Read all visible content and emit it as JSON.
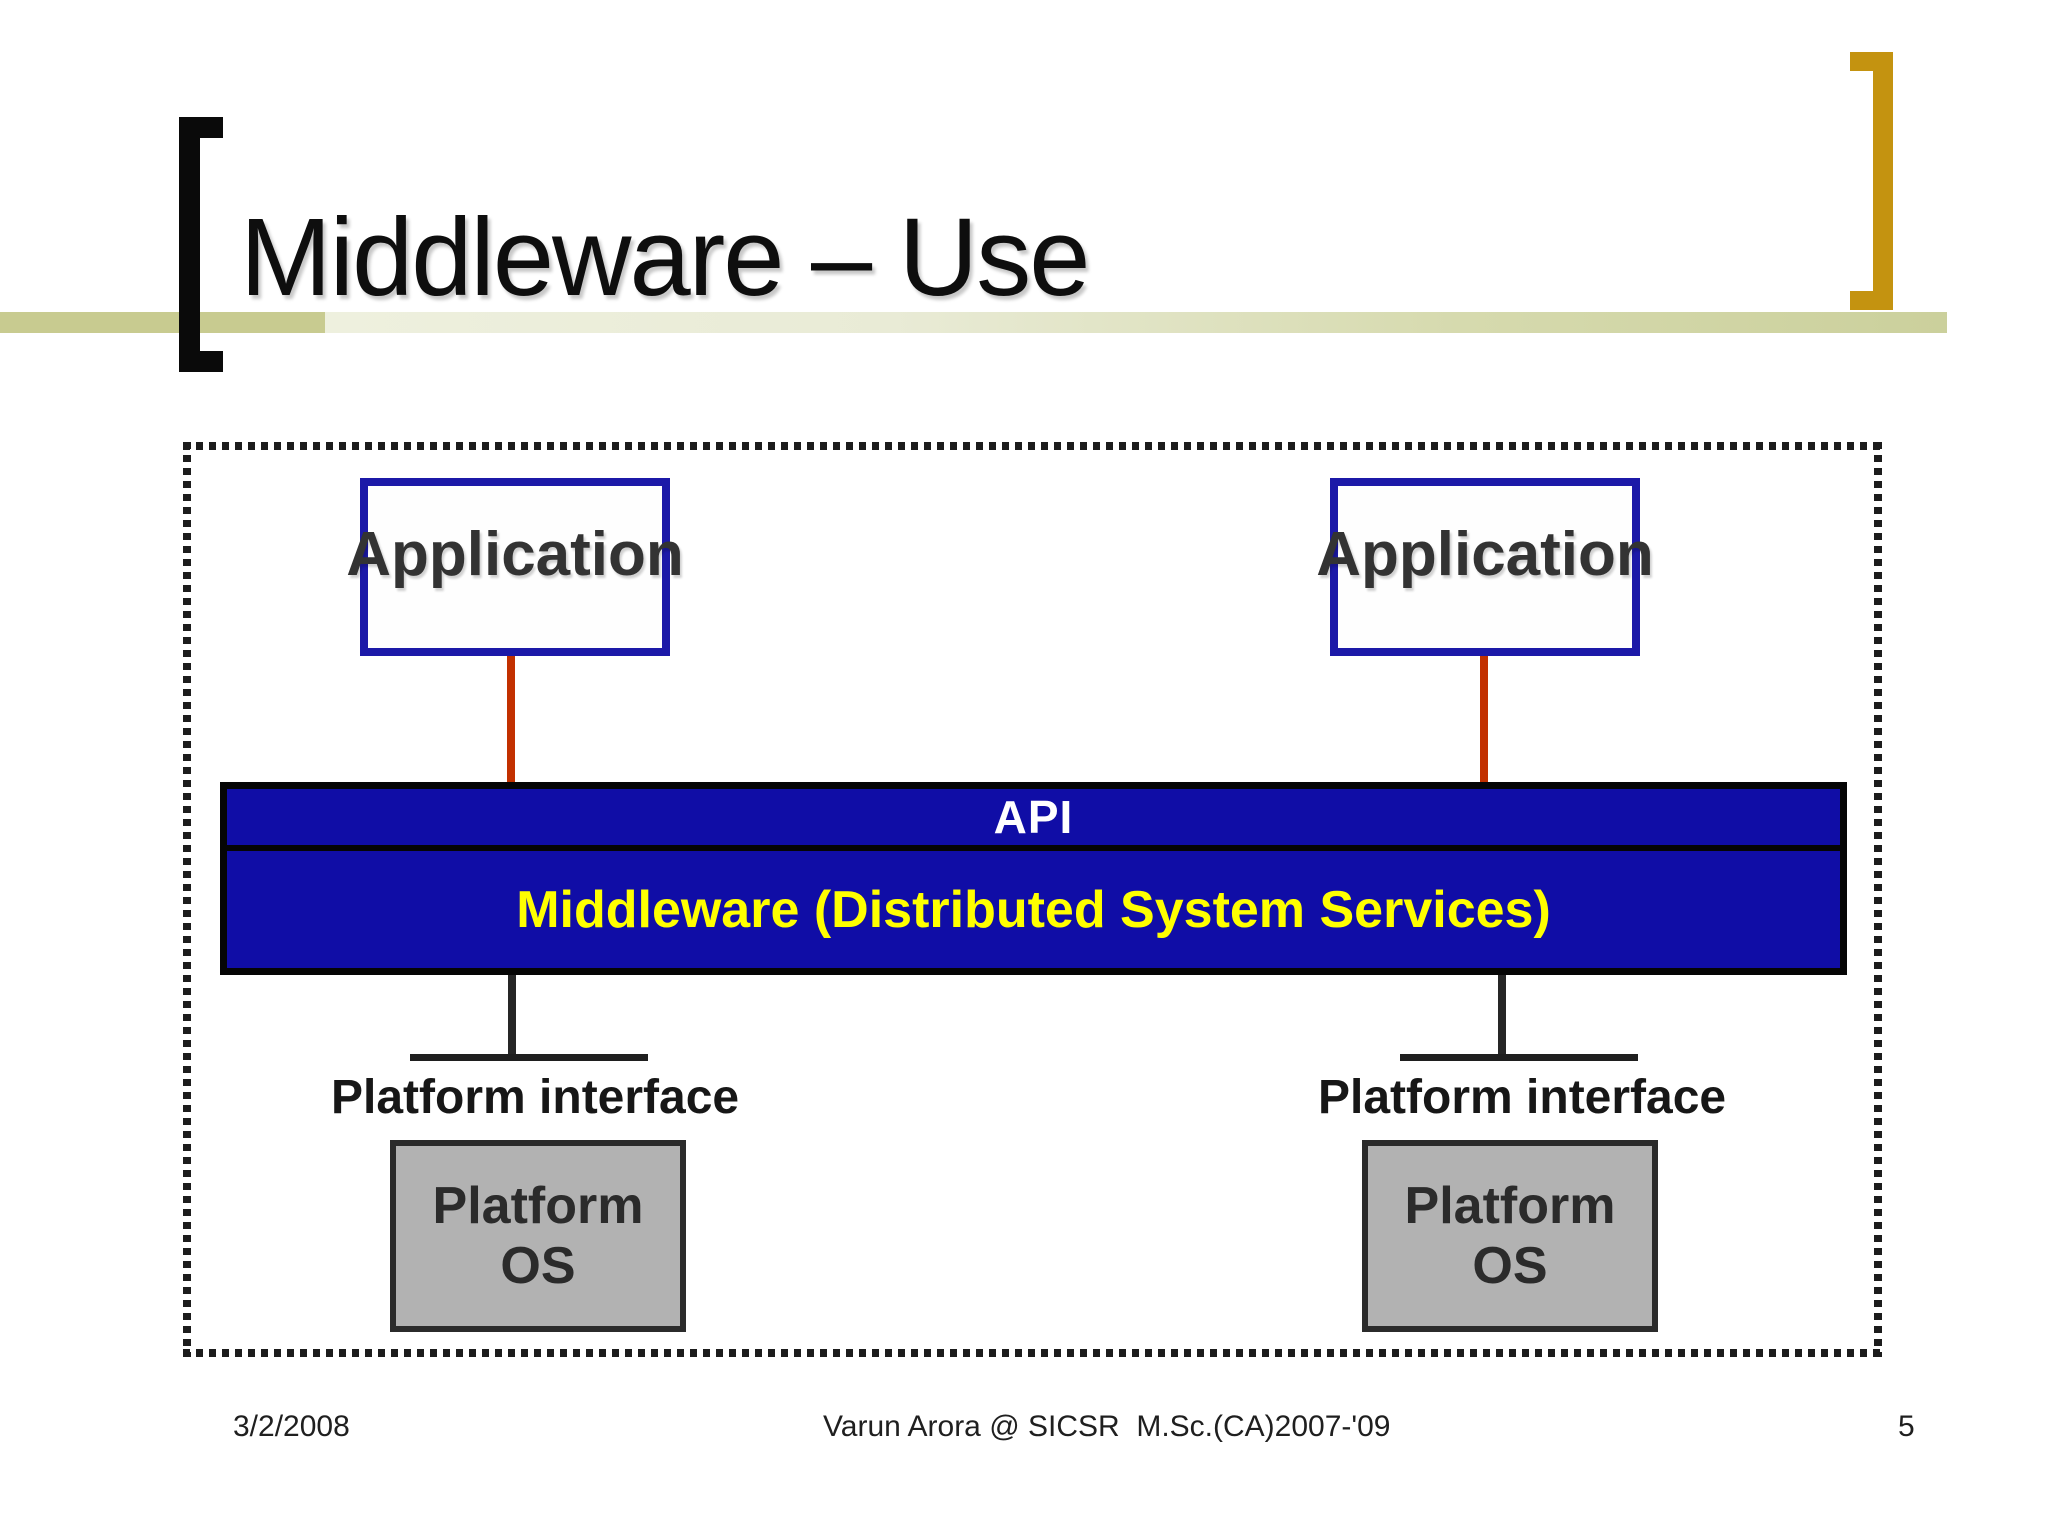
{
  "title": "Middleware – Use",
  "diagram": {
    "application_left": "Application",
    "application_right": "Application",
    "api_label": "API",
    "middleware_label": "Middleware (Distributed System Services)",
    "platform_interface_left": "Platform interface",
    "platform_interface_right": "Platform interface",
    "platform_os_left": {
      "line1": "Platform",
      "line2": "OS"
    },
    "platform_os_right": {
      "line1": "Platform",
      "line2": "OS"
    }
  },
  "footer": {
    "date": "3/2/2008",
    "credit": "Varun Arora @ SICSR  M.Sc.(CA)2007-'09",
    "page_number": "5"
  },
  "colors": {
    "bar_blue": "#100da6",
    "middleware_text_yellow": "#ffff00",
    "api_text_white": "#ffffff",
    "connector_red": "#c23000",
    "app_box_border_navy": "#1c19a8",
    "platform_os_gray": "#b2b2b2",
    "accent_bracket_gold": "#c49310",
    "accent_bracket_black": "#0a0a0a",
    "band_olive_dark": "#c8cb90",
    "band_olive_light": "#edeedc"
  }
}
